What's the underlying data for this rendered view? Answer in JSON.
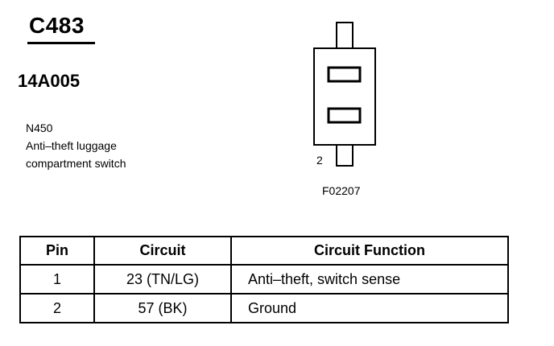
{
  "connector": {
    "id": "C483",
    "part_number": "14A005",
    "component_code": "N450",
    "component_name_line1": "Anti–theft luggage",
    "component_name_line2": "compartment switch"
  },
  "diagram": {
    "pin_label": "2",
    "figure_code": "F02207"
  },
  "table": {
    "headers": [
      "Pin",
      "Circuit",
      "Circuit Function"
    ],
    "rows": [
      {
        "pin": "1",
        "circuit": "23 (TN/LG)",
        "function": "Anti–theft, switch sense"
      },
      {
        "pin": "2",
        "circuit": "57 (BK)",
        "function": "Ground"
      }
    ]
  }
}
